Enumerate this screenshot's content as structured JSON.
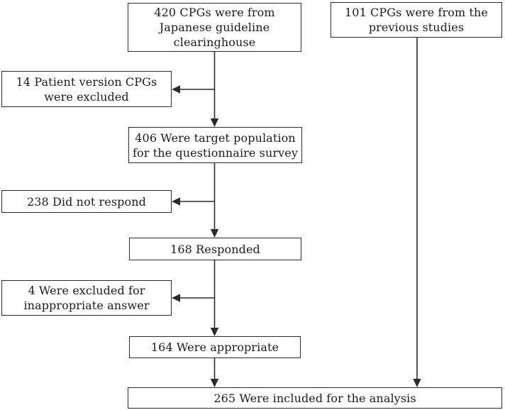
{
  "diagram": {
    "type": "flowchart",
    "boxes": {
      "clearinghouse": {
        "text": "420 CPGs were from\nJapanese guideline\nclearinghouse"
      },
      "previous_studies": {
        "text": "101 CPGs were from the\nprevious studies"
      },
      "patient_excluded": {
        "text": "14 Patient version CPGs\nwere excluded"
      },
      "target_population": {
        "text": "406 Were target population\nfor the questionnaire survey"
      },
      "did_not_respond": {
        "text": "238 Did not respond"
      },
      "responded": {
        "text": "168 Responded"
      },
      "excluded_answer": {
        "text": "4 Were excluded for\ninappropriate answer"
      },
      "appropriate": {
        "text": "164 Were appropriate"
      },
      "included_analysis": {
        "text": "265 Were included for the analysis"
      }
    },
    "colors": {
      "line": "#2b2b2b",
      "border": "#2b2b2b",
      "text": "#1c1c1c",
      "background": "#ffffff"
    }
  }
}
